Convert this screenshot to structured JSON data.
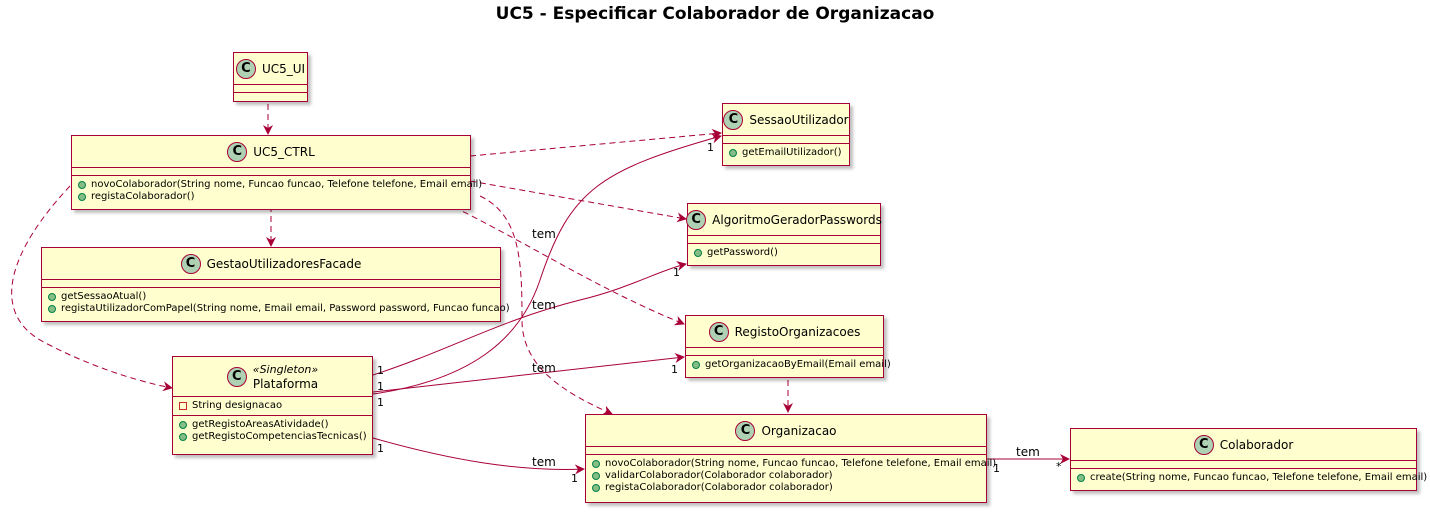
{
  "title": "UC5 - Especificar Colaborador de Organizacao",
  "classes": {
    "uc5_ui": {
      "icon": "C",
      "name": "UC5_UI"
    },
    "uc5_ctrl": {
      "icon": "C",
      "name": "UC5_CTRL",
      "methods": [
        "novoColaborador(String nome, Funcao funcao, Telefone telefone, Email email)",
        "registaColaborador()"
      ]
    },
    "gestao": {
      "icon": "C",
      "name": "GestaoUtilizadoresFacade",
      "methods": [
        "getSessaoAtual()",
        "registaUtilizadorComPapel(String nome, Email email, Password password, Funcao funcao)"
      ]
    },
    "plataforma": {
      "icon": "C",
      "stereotype": "«Singleton»",
      "name": "Plataforma",
      "attributes": [
        "String designacao"
      ],
      "methods": [
        "getRegistoAreasAtividade()",
        "getRegistoCompetenciasTecnicas()"
      ]
    },
    "sessao": {
      "icon": "C",
      "name": "SessaoUtilizador",
      "methods": [
        "getEmailUtilizador()"
      ]
    },
    "algoritmo": {
      "icon": "C",
      "name": "AlgoritmoGeradorPasswords",
      "methods": [
        "getPassword()"
      ]
    },
    "registo": {
      "icon": "C",
      "name": "RegistoOrganizacoes",
      "methods": [
        "getOrganizacaoByEmail(Email email)"
      ]
    },
    "organizacao": {
      "icon": "C",
      "name": "Organizacao",
      "methods": [
        "novoColaborador(String nome, Funcao funcao, Telefone telefone, Email email)",
        "validarColaborador(Colaborador colaborador)",
        "registaColaborador(Colaborador colaborador)"
      ]
    },
    "colaborador": {
      "icon": "C",
      "name": "Colaborador",
      "methods": [
        "create(String nome, Funcao funcao, Telefone telefone, Email email)"
      ]
    }
  },
  "associations": {
    "plat_sessao": {
      "label": "tem",
      "m_src": "1",
      "m_dst": "1"
    },
    "plat_algo": {
      "label": "tem",
      "m_src": "1",
      "m_dst": "1"
    },
    "plat_registo": {
      "label": "tem",
      "m_src": "1",
      "m_dst": "1"
    },
    "plat_org": {
      "label": "tem",
      "m_src": "1",
      "m_dst": "1"
    },
    "org_colab": {
      "label": "tem",
      "m_src": "1",
      "m_dst": "*"
    }
  },
  "colors": {
    "class_fill": "#FEFECE",
    "border": "#A80036",
    "icon_fill": "#ADD1B2",
    "public_fill": "#84BE84",
    "private_border": "#C82930"
  }
}
